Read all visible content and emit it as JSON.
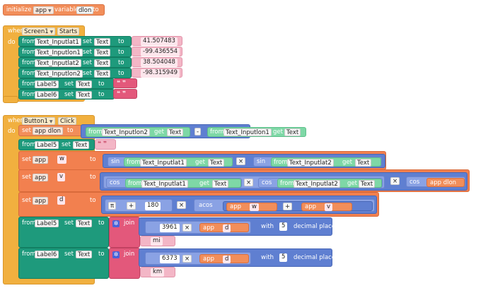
{
  "init": {
    "kw": "initialize",
    "scope": "app",
    "kw_var": "variable",
    "var": "dlon",
    "to": "to"
  },
  "when1": {
    "when": "when",
    "component": "Screen1",
    "event": "Starts",
    "do": "do"
  },
  "when2": {
    "when": "when",
    "component": "Button1",
    "event": "Click",
    "do": "do"
  },
  "kw": {
    "from": "from",
    "set": "set",
    "get": "get",
    "to": "to",
    "with": "with",
    "decimal_places": "decimal places",
    "join": "join",
    "sin": "sin",
    "cos": "cos",
    "acos": "acos",
    "pi": "π",
    "plus": "+",
    "minus": "-",
    "times": "×",
    "app": "app",
    "text_prop": "Text"
  },
  "screen_rows": [
    {
      "component": "Text_Inputlat1",
      "value": "41.507483"
    },
    {
      "component": "Text_Inputlon1",
      "value": "-99.436554"
    },
    {
      "component": "Text_Inputlat2",
      "value": "38.504048"
    },
    {
      "component": "Text_Inputlon2",
      "value": "-98.315949"
    },
    {
      "component": "Label5",
      "value": ""
    },
    {
      "component": "Label6",
      "value": ""
    }
  ],
  "click": {
    "set_app_dlon": "app dlon",
    "dlon_a": "Text_Inputlon2",
    "dlon_b": "Text_Inputlon1",
    "label5": "Label5",
    "w_var": "w",
    "w_lat1": "Text_Inputlat1",
    "w_lat2": "Text_Inputlat2",
    "v_var": "v",
    "v_lat1": "Text_Inputlat1",
    "v_lat2": "Text_Inputlat2",
    "v_dlon": "app dlon",
    "d_var": "d",
    "pi_plus": "180",
    "acos_w": "w",
    "acos_v": "v",
    "l5_label": "Label5",
    "l5_num": "3961",
    "l5_d": "d",
    "l5_places": "5",
    "l5_unit": "mi",
    "l6_label": "Label6",
    "l6_num": "6373",
    "l6_d": "d",
    "l6_places": "5",
    "l6_unit": "km"
  }
}
